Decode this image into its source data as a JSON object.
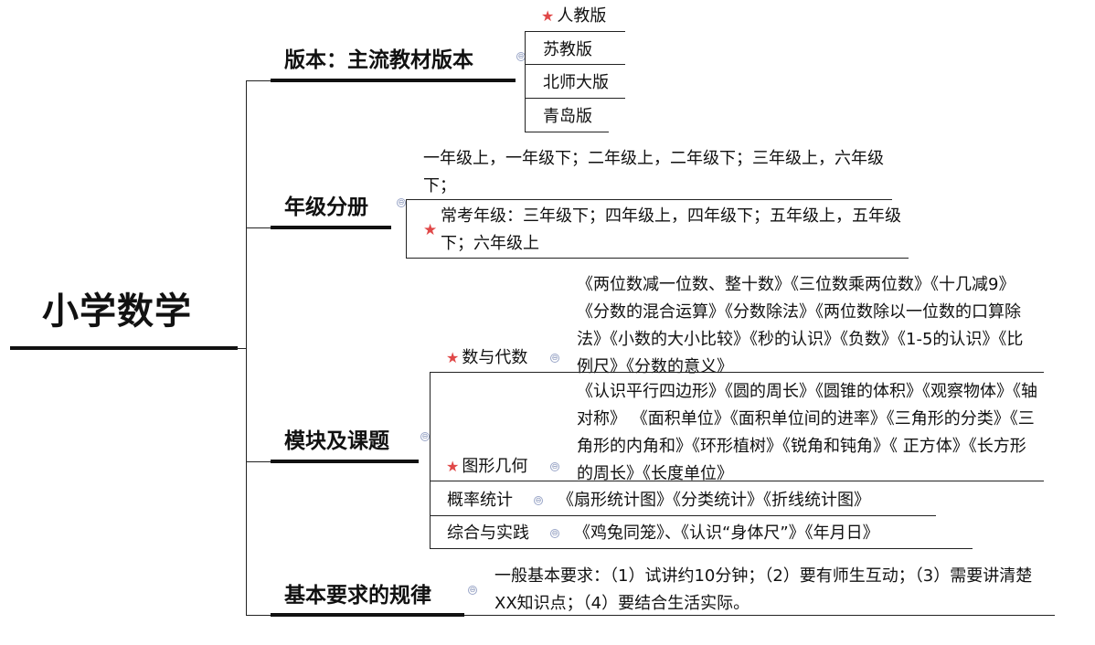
{
  "root": "小学数学",
  "branches": {
    "version": {
      "title": "版本：主流教材版本",
      "items": [
        {
          "label": "人教版",
          "starred": true
        },
        {
          "label": "苏教版",
          "starred": false
        },
        {
          "label": "北师大版",
          "starred": false
        },
        {
          "label": "青岛版",
          "starred": false
        }
      ]
    },
    "grades": {
      "title": "年级分册",
      "all": "一年级上，一年级下；二年级上，二年级下；三年级上，六年级下；",
      "common": "常考年级：三年级下；四年级上，四年级下；五年级上，五年级下；六年级上"
    },
    "modules": {
      "title": "模块及课题",
      "items": [
        {
          "label": "数与代数",
          "starred": true,
          "topics": "《两位数减一位数、整十数》《三位数乘两位数》《十几减9》《分数的混合运算》《分数除法》《两位数除以一位数的口算除法》《小数的大小比较》《秒的认识》《负数》《1-5的认识》《比例尺》《分数的意义》"
        },
        {
          "label": "图形几何",
          "starred": true,
          "topics": "《认识平行四边形》《圆的周长》《圆锥的体积》《观察物体》《轴对称》 《面积单位》《面积单位间的进率》《三角形的分类》《三角形的内角和》《环形植树》《锐角和钝角》《 正方体》《长方形的周长》《长度单位》"
        },
        {
          "label": "概率统计",
          "starred": false,
          "topics": "《扇形统计图》《分类统计》《折线统计图》"
        },
        {
          "label": "综合与实践",
          "starred": false,
          "topics": "《鸡兔同笼》、《认识“身体尺”》《年月日》"
        }
      ]
    },
    "rules": {
      "title": "基本要求的规律",
      "text": "一般基本要求：（1）试讲约10分钟；（2）要有师生互动；（3）需要讲清楚XX知识点；（4）要结合生活实际。"
    }
  },
  "icons": {
    "star": "★",
    "collapse": "⊖"
  },
  "colors": {
    "star": "#e04848",
    "line": "#111111",
    "collapse": "#9aa6c8"
  }
}
